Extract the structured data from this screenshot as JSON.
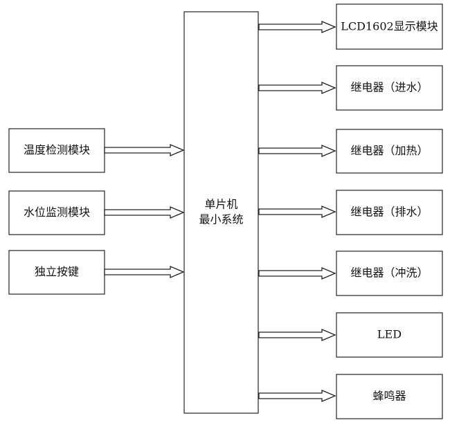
{
  "inputs": [
    {
      "label": "温度检测模块"
    },
    {
      "label": "水位监测模块"
    },
    {
      "label": "独立按键"
    }
  ],
  "mcu": {
    "line1": "单片机",
    "line2": "最小系统"
  },
  "outputs": [
    {
      "label": "LCD1602显示模块"
    },
    {
      "label": "继电器（进水）"
    },
    {
      "label": "继电器（加热）"
    },
    {
      "label": "继电器（排水）"
    },
    {
      "label": "继电器（冲洗）"
    },
    {
      "label": "LED"
    },
    {
      "label": "蜂鸣器"
    }
  ],
  "colors": {
    "line": "#333333",
    "text": "#111111",
    "background": "#ffffff"
  }
}
